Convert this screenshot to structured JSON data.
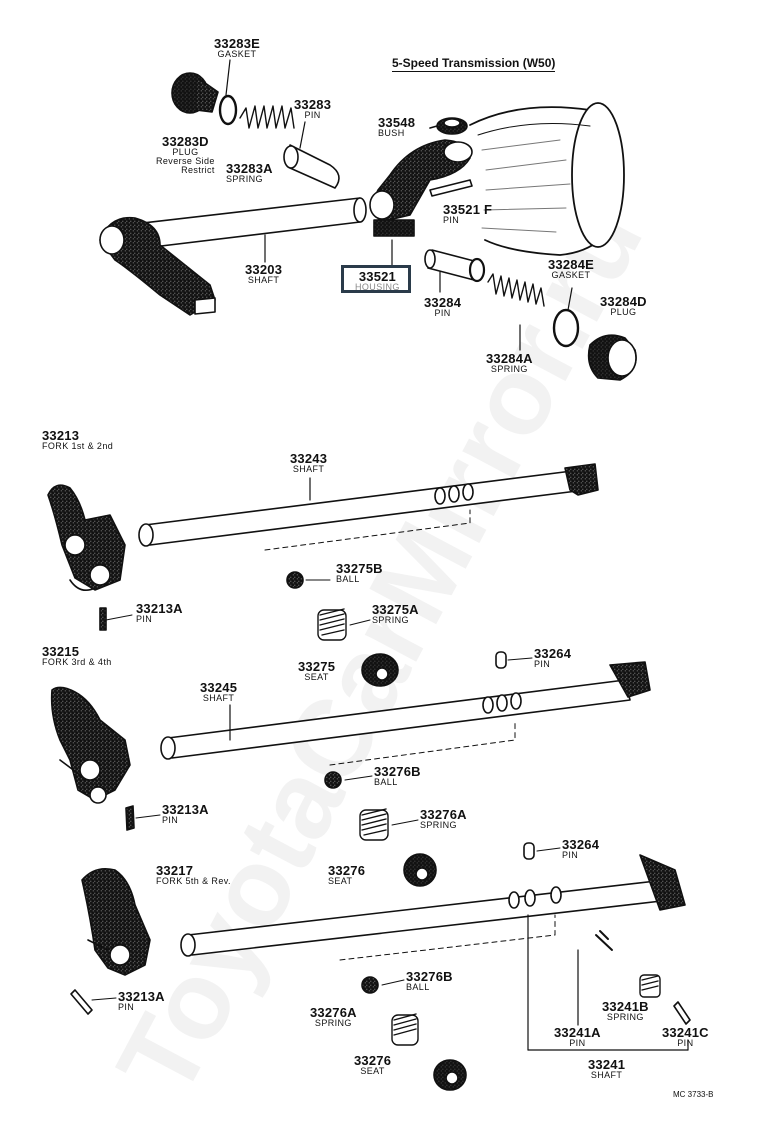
{
  "title": "5-Speed Transmission (W50)",
  "drawing_code": "MC 3733-B",
  "watermark": "ToyotaCarMirror.ru",
  "highlight_part": "33521",
  "parts": {
    "p33283E": {
      "num": "33283E",
      "name": "GASKET"
    },
    "p33283": {
      "num": "33283",
      "name": "PIN"
    },
    "p33283D": {
      "num": "33283D",
      "name": "PLUG",
      "note1": "Reverse Side",
      "note2": "Restrict"
    },
    "p33283A": {
      "num": "33283A",
      "name": "SPRING"
    },
    "p33548": {
      "num": "33548",
      "name": "BUSH"
    },
    "p33521F": {
      "num": "33521 F",
      "name": "PIN"
    },
    "p33203": {
      "num": "33203",
      "name": "SHAFT"
    },
    "p33521": {
      "num": "33521",
      "name": "HOUSING"
    },
    "p33284E": {
      "num": "33284E",
      "name": "GASKET"
    },
    "p33284": {
      "num": "33284",
      "name": "PIN"
    },
    "p33284D": {
      "num": "33284D",
      "name": "PLUG"
    },
    "p33284A": {
      "num": "33284A",
      "name": "SPRING"
    },
    "p33213": {
      "num": "33213",
      "name": "FORK 1st & 2nd"
    },
    "p33243": {
      "num": "33243",
      "name": "SHAFT"
    },
    "p33275B": {
      "num": "33275B",
      "name": "BALL"
    },
    "p33213A_1": {
      "num": "33213A",
      "name": "PIN"
    },
    "p33275A": {
      "num": "33275A",
      "name": "SPRING"
    },
    "p33215": {
      "num": "33215",
      "name": "FORK 3rd & 4th"
    },
    "p33275": {
      "num": "33275",
      "name": "SEAT"
    },
    "p33264_1": {
      "num": "33264",
      "name": "PIN"
    },
    "p33245": {
      "num": "33245",
      "name": "SHAFT"
    },
    "p33276B_1": {
      "num": "33276B",
      "name": "BALL"
    },
    "p33213A_2": {
      "num": "33213A",
      "name": "PIN"
    },
    "p33276A_1": {
      "num": "33276A",
      "name": "SPRING"
    },
    "p33264_2": {
      "num": "33264",
      "name": "PIN"
    },
    "p33217": {
      "num": "33217",
      "name": "FORK 5th & Rev."
    },
    "p33276_1": {
      "num": "33276",
      "name": "SEAT"
    },
    "p33276B_2": {
      "num": "33276B",
      "name": "BALL"
    },
    "p33213A_3": {
      "num": "33213A",
      "name": "PIN"
    },
    "p33241B": {
      "num": "33241B",
      "name": "SPRING"
    },
    "p33276A_2": {
      "num": "33276A",
      "name": "SPRING"
    },
    "p33241A": {
      "num": "33241A",
      "name": "PIN"
    },
    "p33241C": {
      "num": "33241C",
      "name": "PIN"
    },
    "p33276_2": {
      "num": "33276",
      "name": "SEAT"
    },
    "p33241": {
      "num": "33241",
      "name": "SHAFT"
    }
  }
}
